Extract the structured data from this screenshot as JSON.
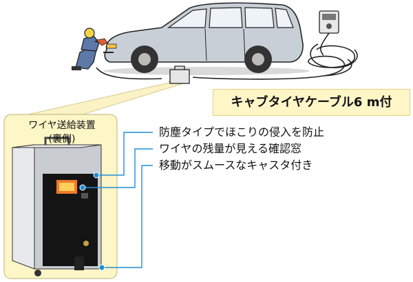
{
  "inset": {
    "title_line1": "ワイヤ送給装置",
    "title_line2": "(裏側)"
  },
  "features": [
    "防塵タイプでほこりの侵入を防止",
    "ワイヤの残量が見える確認窓",
    "移動がスムースなキャスタ付き"
  ],
  "cable_label": "キャブタイヤケーブル6 m付",
  "colors": {
    "inset_background": "#fdf6c6",
    "callout_line": "#1f8fd3",
    "label_background": "#fff6c8",
    "car_body": "#c9cfd6",
    "worker_suit": "#5c79a8"
  }
}
